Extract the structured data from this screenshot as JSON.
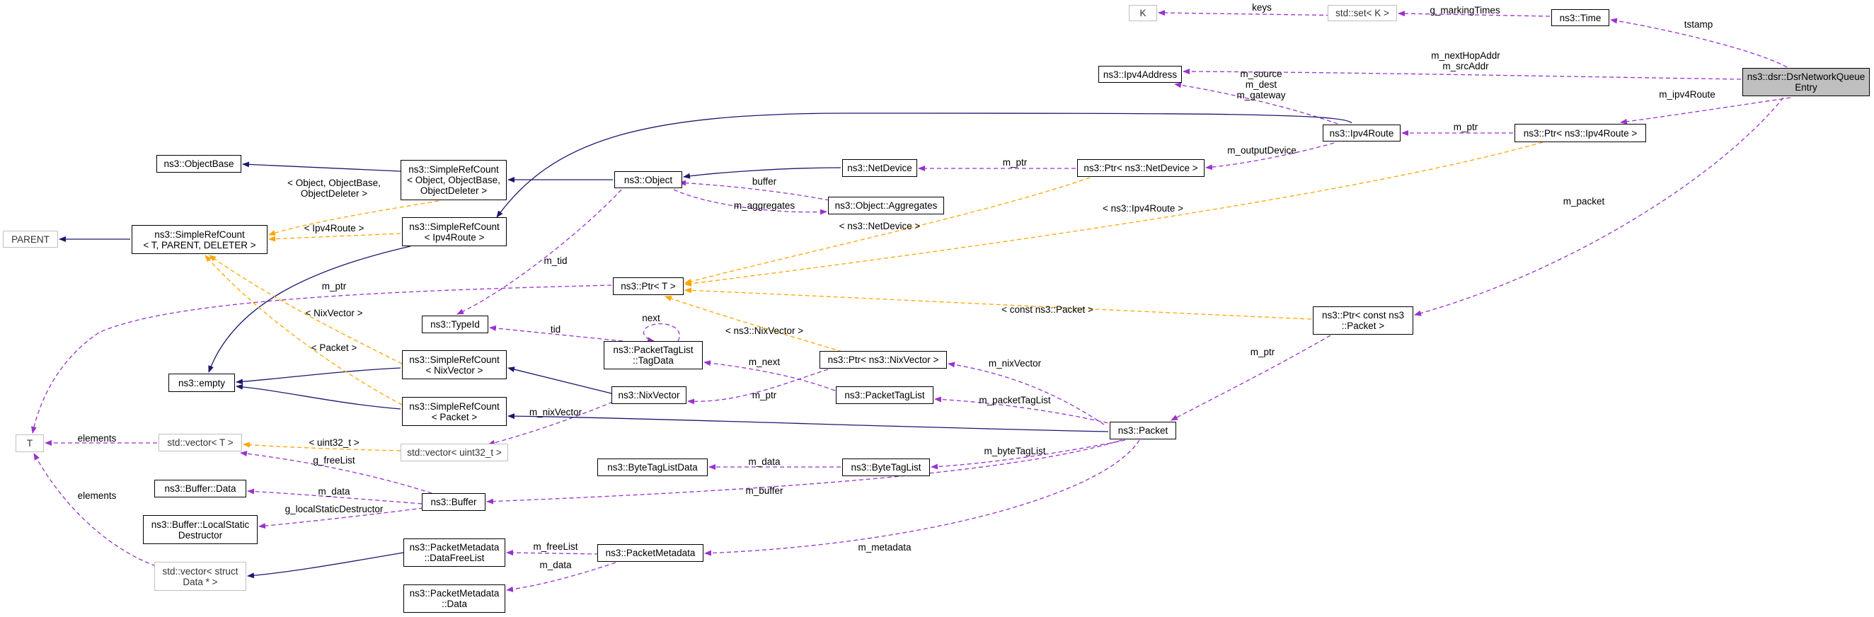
{
  "nodes": {
    "k": "K",
    "std_set_k": "std::set< K >",
    "ns3_time": "ns3::Time",
    "dsr_queue_entry": "ns3::dsr::DsrNetworkQueue\nEntry",
    "ipv4_address": "ns3::Ipv4Address",
    "ipv4_route": "ns3::Ipv4Route",
    "ptr_ipv4_route": "ns3::Ptr< ns3::Ipv4Route >",
    "object_base": "ns3::ObjectBase",
    "srefcount_object": "ns3::SimpleRefCount\n< Object, ObjectBase,\nObjectDeleter >",
    "object": "ns3::Object",
    "net_device": "ns3::NetDevice",
    "ptr_net_device": "ns3::Ptr< ns3::NetDevice >",
    "object_aggregates": "ns3::Object::Aggregates",
    "parent": "PARENT",
    "srefcount_t": "ns3::SimpleRefCount\n< T, PARENT, DELETER >",
    "srefcount_ipv4route": "ns3::SimpleRefCount\n< Ipv4Route >",
    "ptr_t": "ns3::Ptr< T >",
    "ptr_const_packet": "ns3::Ptr< const ns3\n::Packet >",
    "type_id": "ns3::TypeId",
    "tag_data": "ns3::PacketTagList\n::TagData",
    "ns3_empty": "ns3::empty",
    "srefcount_nixvector": "ns3::SimpleRefCount\n< NixVector >",
    "ptr_nixvector": "ns3::Ptr< ns3::NixVector >",
    "nixvector": "ns3::NixVector",
    "packet_tag_list": "ns3::PacketTagList",
    "srefcount_packet": "ns3::SimpleRefCount\n< Packet >",
    "packet": "ns3::Packet",
    "t": "T",
    "vector_t": "std::vector< T >",
    "vector_uint32": "std::vector< uint32_t >",
    "byte_tag_list_data": "ns3::ByteTagListData",
    "byte_tag_list": "ns3::ByteTagList",
    "buffer_data": "ns3::Buffer::Data",
    "buffer": "ns3::Buffer",
    "buffer_lsd": "ns3::Buffer::LocalStatic\nDestructor",
    "vector_struct_data": "std::vector< struct\nData * >",
    "pm_free_list": "ns3::PacketMetadata\n::DataFreeList",
    "packet_metadata": "ns3::PacketMetadata",
    "pm_data": "ns3::PacketMetadata\n::Data"
  },
  "edge_labels": {
    "keys": "keys",
    "g_marking_times": "g_markingTimes",
    "tstamp": "tstamp",
    "next_hop_src": "m_nextHopAddr\nm_srcAddr",
    "source_dest_gateway": "m_source\nm_dest\nm_gateway",
    "m_ipv4route": "m_ipv4Route",
    "m_ptr_ipv4route": "m_ptr",
    "m_output_device": "m_outputDevice",
    "m_ptr_netdevice": "m_ptr",
    "buffer": "buffer",
    "m_aggregates": "m_aggregates",
    "tmpl_object": "< Object, ObjectBase,\nObjectDeleter >",
    "tmpl_ipv4route": "< Ipv4Route >",
    "tmpl_netdevice": "< ns3::NetDevice >",
    "tmpl_ptr_ipv4route": "< ns3::Ipv4Route >",
    "m_tid": "m_tid",
    "m_packet": "m_packet",
    "m_ptr_t": "m_ptr",
    "tmpl_nixvector": "< NixVector >",
    "tmpl_packet": "< Packet >",
    "next": "next",
    "tid": "tid",
    "tmpl_const_packet": "< const ns3::Packet >",
    "tmpl_ptr_nixvector": "< ns3::NixVector >",
    "m_ptr_packet": "m_ptr",
    "m_nix_vector": "m_nixVector",
    "m_next": "m_next",
    "m_ptr_nixvector": "m_ptr",
    "m_packet_tag_list": "m_packetTagList",
    "m_nix_vector2": "m_nixVector",
    "elements": "elements",
    "tmpl_uint32": "< uint32_t >",
    "m_byte_tag_list": "m_byteTagList",
    "m_data_btl": "m_data",
    "g_free_list": "g_freeList",
    "m_buffer": "m_buffer",
    "m_data_buf": "m_data",
    "g_lsd": "g_localStaticDestructor",
    "elements2": "elements",
    "m_free_list": "m_freeList",
    "m_metadata": "m_metadata",
    "m_data_pm": "m_data"
  },
  "colors": {
    "inheritance": "#191970",
    "usage": "#9a32cd",
    "template": "#ffa500",
    "highlight_fill": "#bfbfbf",
    "external_border": "#bfbfbf"
  }
}
